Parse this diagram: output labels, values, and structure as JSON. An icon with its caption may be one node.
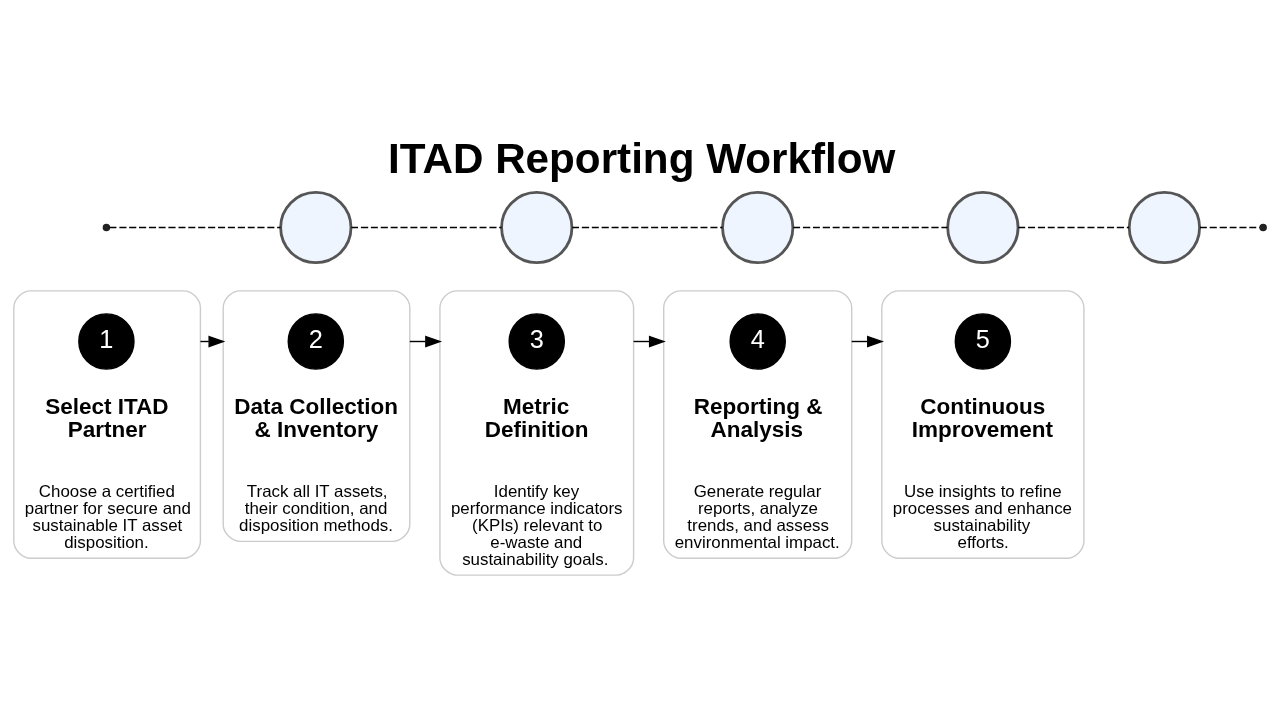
{
  "diagram": {
    "title": "ITAD Reporting Workflow",
    "nodes": [
      {
        "text": [
          "Select ITAD Partner",
          "Choose a certified partner for secure and sustainable IT asset disposition."
        ]
      },
      {
        "text": [
          "1"
        ],
        "in": 0
      },
      {
        "text": [
          "Data Collection & Inventory",
          "Track all IT assets, their condition, and disposition methods."
        ]
      },
      {
        "text": [
          "2"
        ],
        "in": 2
      },
      {
        "text": [
          "Metric Definition",
          "Identify key performance indicators (KPIs) relevant to e-waste and sustainability goals."
        ]
      },
      {
        "text": [
          "3"
        ],
        "in": 4
      },
      {
        "text": [
          "Reporting & Analysis",
          "Generate regular reports, analyze trends, and assess environmental impact."
        ]
      },
      {
        "text": [
          "4"
        ],
        "in": 6
      },
      {
        "text": [
          "Continuous Improvement",
          "Use insights to refine processes and enhance sustainability efforts."
        ]
      },
      {
        "text": [
          "5"
        ],
        "in": 8
      },
      {
        "text": [],
        "shape": "circle"
      },
      {
        "text": [],
        "shape": "circle"
      },
      {
        "text": [],
        "shape": "circle"
      },
      {
        "text": [],
        "shape": "circle"
      },
      {
        "text": [],
        "shape": "circle"
      }
    ],
    "edges": [
      {
        "from": 0,
        "to": 2,
        "arrow": "to"
      },
      {
        "from": 2,
        "to": 4,
        "arrow": "to"
      },
      {
        "from": 4,
        "to": 6,
        "arrow": "to"
      },
      {
        "from": 6,
        "to": 8,
        "arrow": "to"
      },
      {
        "from": null,
        "to": 10,
        "arrow": "none",
        "style": "dashed"
      },
      {
        "from": 10,
        "to": 11,
        "arrow": "none",
        "style": "dashed"
      },
      {
        "from": 11,
        "to": 12,
        "arrow": "none",
        "style": "dashed"
      },
      {
        "from": 12,
        "to": 13,
        "arrow": "none",
        "style": "dashed"
      },
      {
        "from": 13,
        "to": 14,
        "arrow": "none",
        "style": "dashed"
      },
      {
        "from": 14,
        "to": null,
        "arrow": "none",
        "style": "dashed"
      }
    ]
  }
}
